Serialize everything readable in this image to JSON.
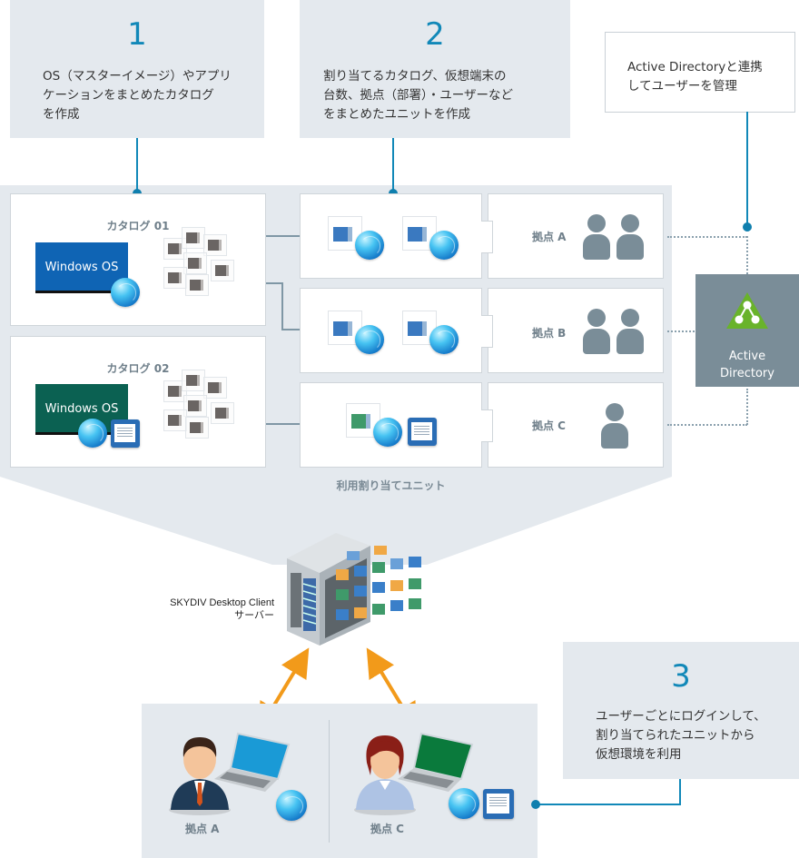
{
  "steps": [
    {
      "number": "1",
      "text": "OS（マスターイメージ）やアプリ\nケーションをまとめたカタログ\nを作成"
    },
    {
      "number": "2",
      "text": "割り当てるカタログ、仮想端末の\n台数、拠点（部署）・ユーザーなど\nをまとめたユニットを作成"
    },
    {
      "number": "3",
      "text": "ユーザーごとにログインして、\n割り当てられたユニットから\n仮想環境を利用"
    }
  ],
  "ad_note": {
    "text": "Active Directoryと連携\nしてユーザーを管理"
  },
  "catalogs": [
    {
      "title": "カタログ 01",
      "os_label": "Windows OS",
      "os_color": "#0f64b4",
      "apps": [
        "globe"
      ]
    },
    {
      "title": "カタログ 02",
      "os_label": "Windows OS",
      "os_color": "#0b6152",
      "apps": [
        "globe",
        "document"
      ]
    }
  ],
  "units": [
    {
      "location": "拠点 A",
      "users": 2,
      "vm_count": 2,
      "vm_color": "#3a79c0"
    },
    {
      "location": "拠点 B",
      "users": 2,
      "vm_count": 2,
      "vm_color": "#3a79c0"
    },
    {
      "location": "拠点 C",
      "users": 1,
      "vm_count": 1,
      "vm_color": "#3f9a6a"
    }
  ],
  "units_caption": "利用割り当てユニット",
  "active_directory": {
    "label": "Active\nDirectory",
    "icon": "active-directory-triangle-icon",
    "icon_color": "#69b32b"
  },
  "server": {
    "label_line1": "SKYDIV Desktop Client",
    "label_line2": "サーバー"
  },
  "clients": [
    {
      "location": "拠点 A",
      "avatar": "male-user",
      "laptop_color": "#1a9ad6",
      "apps": [
        "globe"
      ]
    },
    {
      "location": "拠点 C",
      "avatar": "female-user",
      "laptop_color": "#0a7a3c",
      "apps": [
        "globe",
        "document"
      ]
    }
  ],
  "colors": {
    "accent": "#1188b8",
    "panel_bg": "#e4e9ee",
    "ad_box": "#7a8d98",
    "arrow": "#f29a1a"
  }
}
